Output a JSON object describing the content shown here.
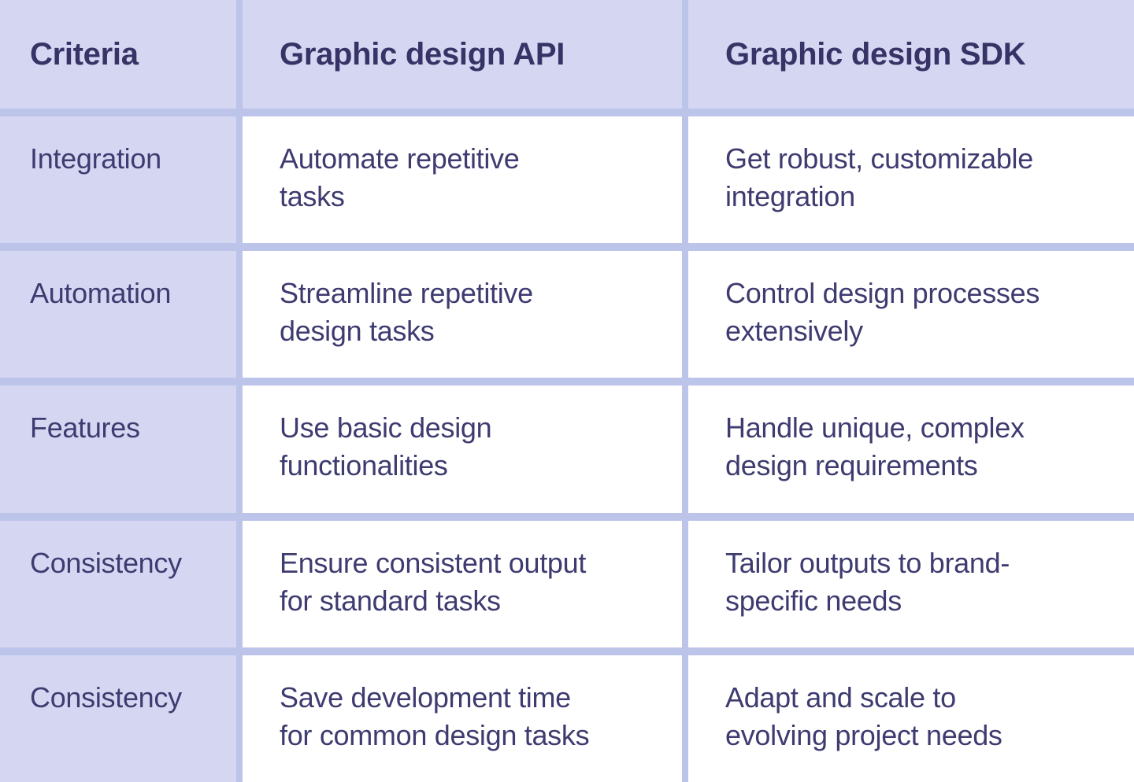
{
  "colors": {
    "divider": "#bdc4ea",
    "cell_lavender": "#d5d7f2",
    "cell_white": "#ffffff",
    "header_text": "#373366",
    "body_text": "#3e3b70"
  },
  "table": {
    "headers": {
      "criteria": "Criteria",
      "api": "Graphic design API",
      "sdk": "Graphic design SDK"
    },
    "rows": [
      {
        "criteria": "Integration",
        "api": "Automate repetitive\ntasks",
        "sdk": "Get robust, customizable\nintegration"
      },
      {
        "criteria": "Automation",
        "api": "Streamline repetitive\ndesign tasks",
        "sdk": "Control design processes\nextensively"
      },
      {
        "criteria": "Features",
        "api": "Use basic design\nfunctionalities",
        "sdk": "Handle unique, complex\ndesign requirements"
      },
      {
        "criteria": "Consistency",
        "api": "Ensure consistent output\nfor standard tasks",
        "sdk": "Tailor outputs to brand-\nspecific needs"
      },
      {
        "criteria": "Consistency",
        "api": "Save development time\nfor common design tasks",
        "sdk": "Adapt and scale to\nevolving project needs"
      }
    ]
  },
  "chart_data": {
    "type": "table",
    "title": "",
    "columns": [
      "Criteria",
      "Graphic design API",
      "Graphic design SDK"
    ],
    "rows": [
      [
        "Integration",
        "Automate repetitive tasks",
        "Get robust, customizable integration"
      ],
      [
        "Automation",
        "Streamline repetitive design tasks",
        "Control design processes extensively"
      ],
      [
        "Features",
        "Use basic design functionalities",
        "Handle unique, complex design requirements"
      ],
      [
        "Consistency",
        "Ensure consistent output for standard tasks",
        "Tailor outputs to brand-specific needs"
      ],
      [
        "Consistency",
        "Save development time for common design tasks",
        "Adapt and scale to evolving project needs"
      ]
    ],
    "layout_hints": {
      "header_background": "#d5d7f2",
      "criteria_column_background": "#d5d7f2",
      "value_columns_background": "#ffffff",
      "grid": "on"
    }
  }
}
